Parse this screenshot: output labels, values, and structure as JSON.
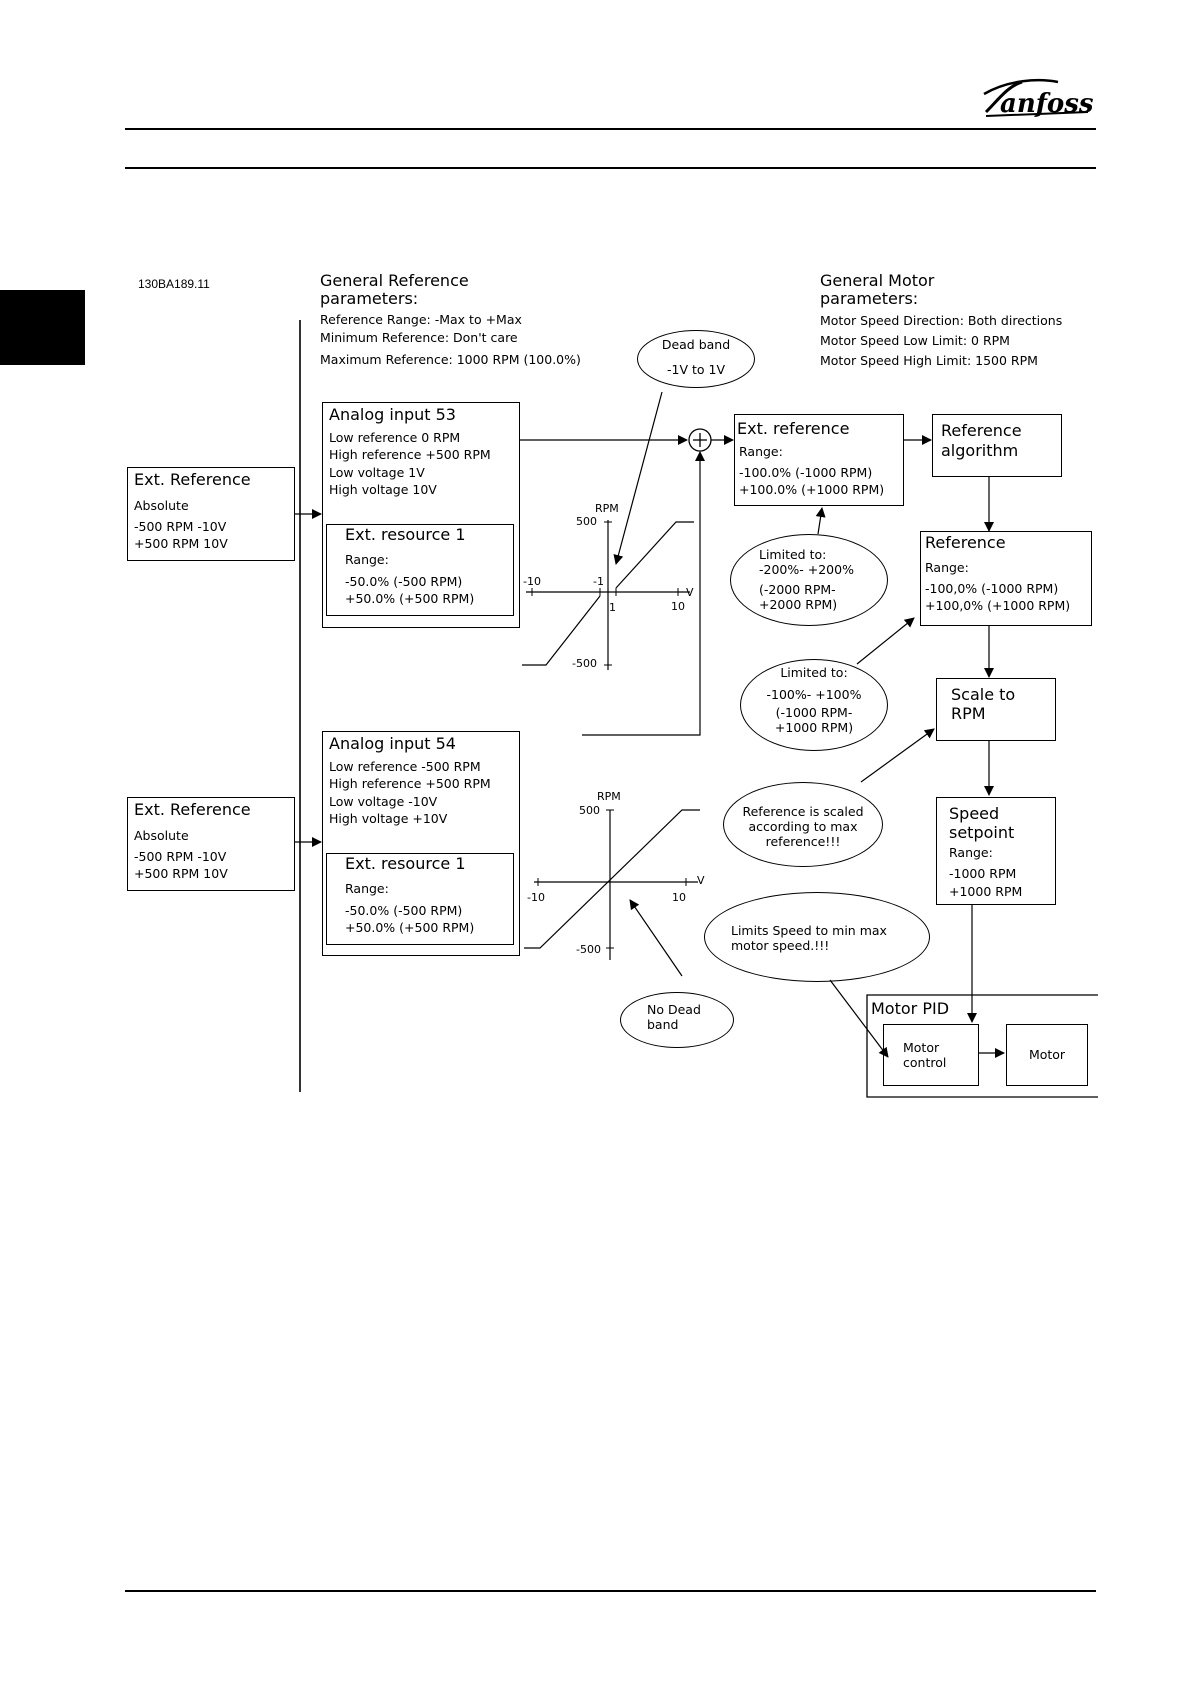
{
  "figure_id": "130BA189.11",
  "general_reference": {
    "title_1": "General Reference",
    "title_2": "parameters:",
    "lines": [
      "Reference Range: -Max to +Max",
      "Minimum Reference: Don't care",
      "Maximum Reference: 1000 RPM (100.0%)"
    ]
  },
  "general_motor": {
    "title_1": "General Motor",
    "title_2": "parameters:",
    "lines": [
      "Motor Speed Direction: Both directions",
      "Motor Speed Low Limit: 0 RPM",
      "Motor Speed High Limit: 1500 RPM"
    ]
  },
  "ext_reference_top": {
    "title": "Ext. Reference",
    "lines": [
      "Absolute",
      "-500 RPM  -10V",
      "+500 RPM  10V"
    ]
  },
  "ext_reference_bottom": {
    "title": "Ext. Reference",
    "lines": [
      "Absolute",
      "-500 RPM  -10V",
      "+500 RPM  10V"
    ]
  },
  "analog_53": {
    "title": "Analog input 53",
    "lines": [
      "Low reference 0 RPM",
      "High reference +500 RPM",
      "Low voltage 1V",
      "High voltage 10V"
    ],
    "resource": {
      "title": "Ext. resource 1",
      "lines": [
        "Range:",
        "-50.0% (-500 RPM)",
        "+50.0% (+500 RPM)"
      ]
    }
  },
  "analog_54": {
    "title": "Analog input 54",
    "lines": [
      "Low reference -500 RPM",
      "High reference +500 RPM",
      "Low voltage -10V",
      "High voltage +10V"
    ],
    "resource": {
      "title": "Ext. resource 1",
      "lines": [
        "Range:",
        "-50.0% (-500 RPM)",
        "+50.0% (+500 RPM)"
      ]
    }
  },
  "dead_band": {
    "lines": [
      "Dead band",
      "-1V to 1V"
    ]
  },
  "no_dead_band": {
    "lines": [
      "No Dead",
      "band"
    ]
  },
  "graph_top": {
    "y_label": "RPM",
    "y_max": "500",
    "y_min": "-500",
    "x_min": "-10",
    "x_max": "10",
    "x_unit": "V",
    "db_neg": "-1",
    "db_pos": "1"
  },
  "graph_bottom": {
    "y_label": "RPM",
    "y_max": "500",
    "y_min": "-500",
    "x_min": "-10",
    "x_max": "10",
    "x_unit": "V"
  },
  "ext_ref_sum": {
    "title": "Ext. reference",
    "lines": [
      "Range:",
      "-100.0% (-1000 RPM)",
      "+100.0% (+1000 RPM)"
    ]
  },
  "reference_algorithm": {
    "lines": [
      "Reference",
      "algorithm"
    ]
  },
  "reference": {
    "title": "Reference",
    "lines": [
      "Range:",
      "-100,0% (-1000 RPM)",
      "+100,0% (+1000 RPM)"
    ]
  },
  "limited_200": {
    "lines": [
      "Limited to:",
      "-200%- +200%",
      "(-2000 RPM-",
      "+2000 RPM)"
    ]
  },
  "limited_100": {
    "lines": [
      "Limited to:",
      "-100%- +100%",
      "(-1000 RPM-",
      "+1000 RPM)"
    ]
  },
  "scale_to_rpm": {
    "lines": [
      "Scale to",
      "RPM"
    ]
  },
  "scaled_note": {
    "lines": [
      "Reference is scaled",
      "according to max",
      "reference!!!"
    ]
  },
  "speed_setpoint": {
    "title_1": "Speed",
    "title_2": "setpoint",
    "lines": [
      "Range:",
      "-1000 RPM",
      "+1000 RPM"
    ]
  },
  "limits_note": {
    "lines": [
      "Limits Speed to min max",
      "motor speed.!!!"
    ]
  },
  "motor_pid": {
    "title": "Motor PID"
  },
  "motor_control": {
    "lines": [
      "Motor",
      "control"
    ]
  },
  "motor": {
    "label": "Motor"
  }
}
